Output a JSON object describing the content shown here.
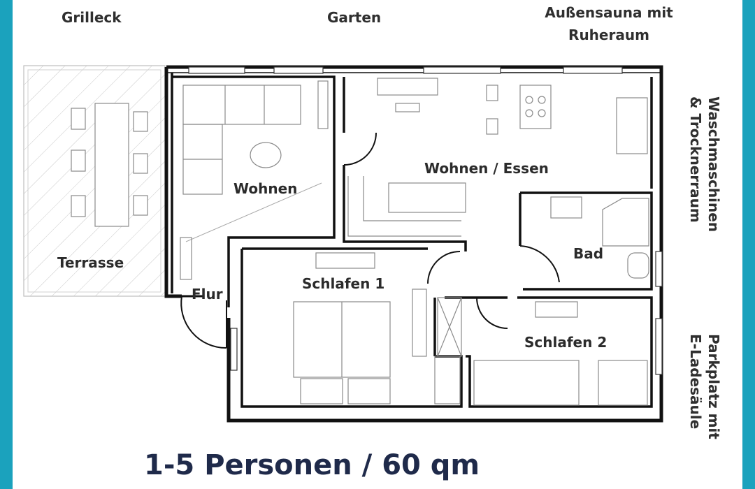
{
  "surroundings": {
    "top_left": "Grilleck",
    "top_center": "Garten",
    "top_right_line1": "Außensauna mit",
    "top_right_line2": "Ruheraum",
    "right_upper_line1": "Waschmaschinen",
    "right_upper_line2": "& Trocknerraum",
    "right_lower_line1": "Parkplatz mit",
    "right_lower_line2": "E-Ladesäule"
  },
  "rooms": {
    "terrace": "Terrasse",
    "living": "Wohnen",
    "living_dining": "Wohnen / Essen",
    "hallway": "Flur",
    "bedroom1": "Schlafen 1",
    "bathroom": "Bad",
    "bedroom2": "Schlafen 2"
  },
  "footer": {
    "summary": "1-5 Personen / 60 qm"
  },
  "colors": {
    "frame": "#1ba2bd",
    "wall": "#111111",
    "furniture": "#888888",
    "title": "#1f2a4a"
  }
}
